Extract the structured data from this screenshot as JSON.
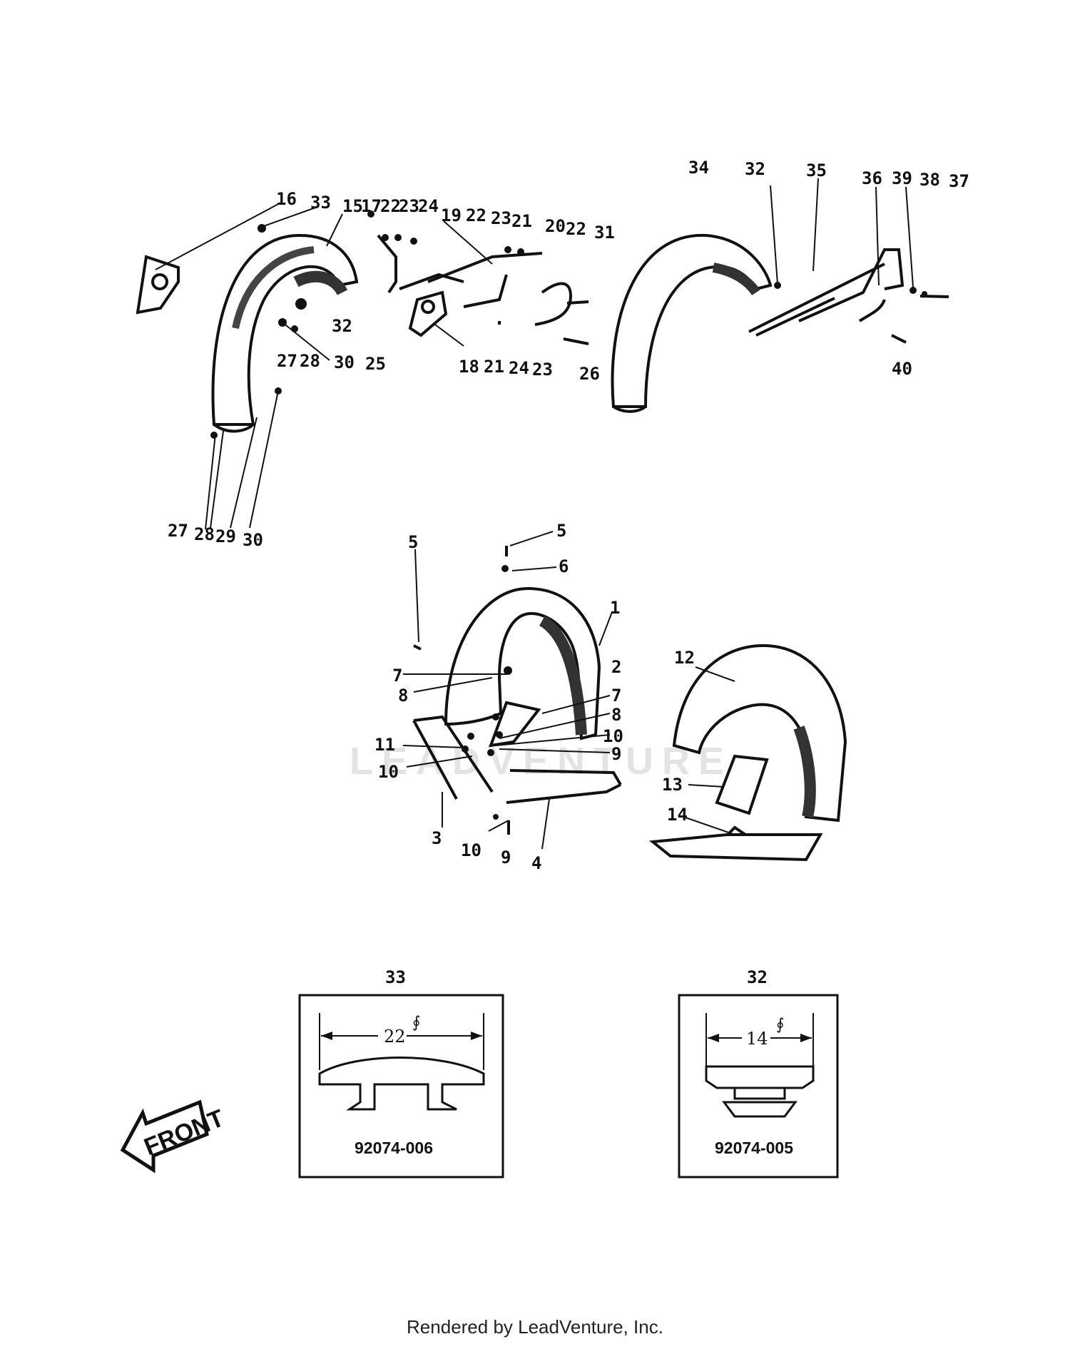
{
  "watermark": "LEADVENTURE",
  "callouts": {
    "c16": "16",
    "c33": "33",
    "c15": "15",
    "c17": "17",
    "c22a": "22",
    "c23a": "23",
    "c24a": "24",
    "c19": "19",
    "c22b": "22",
    "c23b": "23",
    "c21a": "21",
    "c20": "20",
    "c22c": "22",
    "c31": "31",
    "c34": "34",
    "c32a": "32",
    "c35": "35",
    "c36": "36",
    "c39": "39",
    "c38": "38",
    "c37": "37",
    "c32b": "32",
    "c27a": "27",
    "c28a": "28",
    "c30a": "30",
    "c25": "25",
    "c18": "18",
    "c21b": "21",
    "c24b": "24",
    "c23c": "23",
    "c26": "26",
    "c40": "40",
    "c27b": "27",
    "c28b": "28",
    "c29": "29",
    "c30b": "30",
    "c5a": "5",
    "c5b": "5",
    "c6": "6",
    "c1": "1",
    "c7a": "7",
    "c2": "2",
    "c8a": "8",
    "c7b": "7",
    "c8b": "8",
    "c11": "11",
    "c10a": "10",
    "c9a": "9",
    "c10b": "10",
    "c3": "3",
    "c10c": "10",
    "c9b": "9",
    "c4": "4",
    "c12": "12",
    "c13": "13",
    "c14": "14"
  },
  "detail_33": {
    "ref": "33",
    "dimension": "22",
    "part_number": "92074-006"
  },
  "detail_32": {
    "ref": "32",
    "dimension": "14",
    "part_number": "92074-005"
  },
  "front_label": "FRONT",
  "footer": "Rendered by LeadVenture, Inc."
}
